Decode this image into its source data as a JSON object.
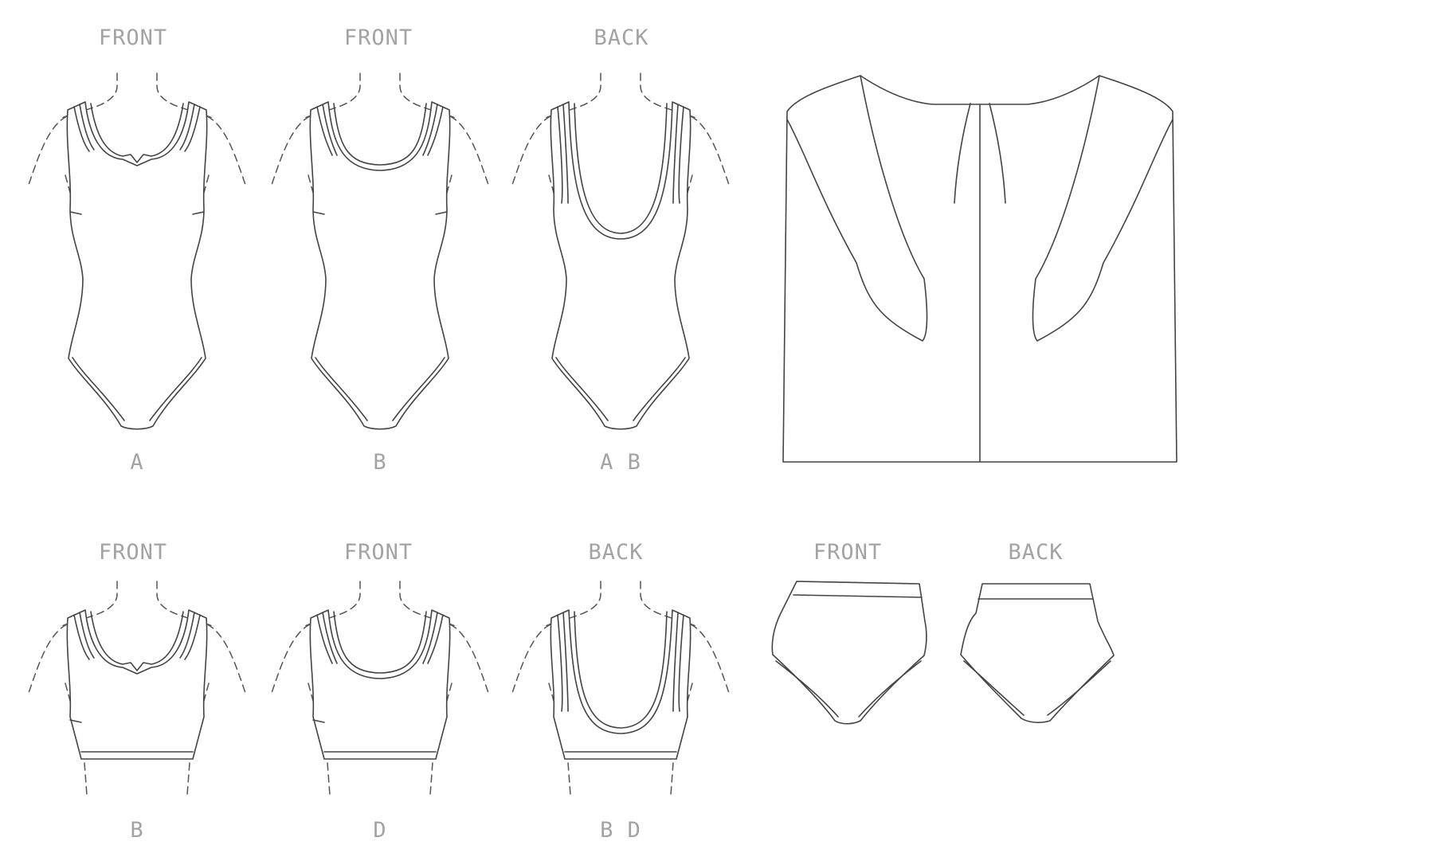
{
  "labels": {
    "r1_front_a": "FRONT",
    "r1_front_b": "FRONT",
    "r1_back": "BACK",
    "r1_view_a": "A",
    "r1_view_b": "B",
    "r1_view_ab": "A B",
    "r2_front_b": "FRONT",
    "r2_front_d": "FRONT",
    "r2_back": "BACK",
    "r2_view_b": "B",
    "r2_view_d": "D",
    "r2_view_bd": "B D",
    "bottoms_front": "FRONT",
    "bottoms_back": "BACK"
  }
}
